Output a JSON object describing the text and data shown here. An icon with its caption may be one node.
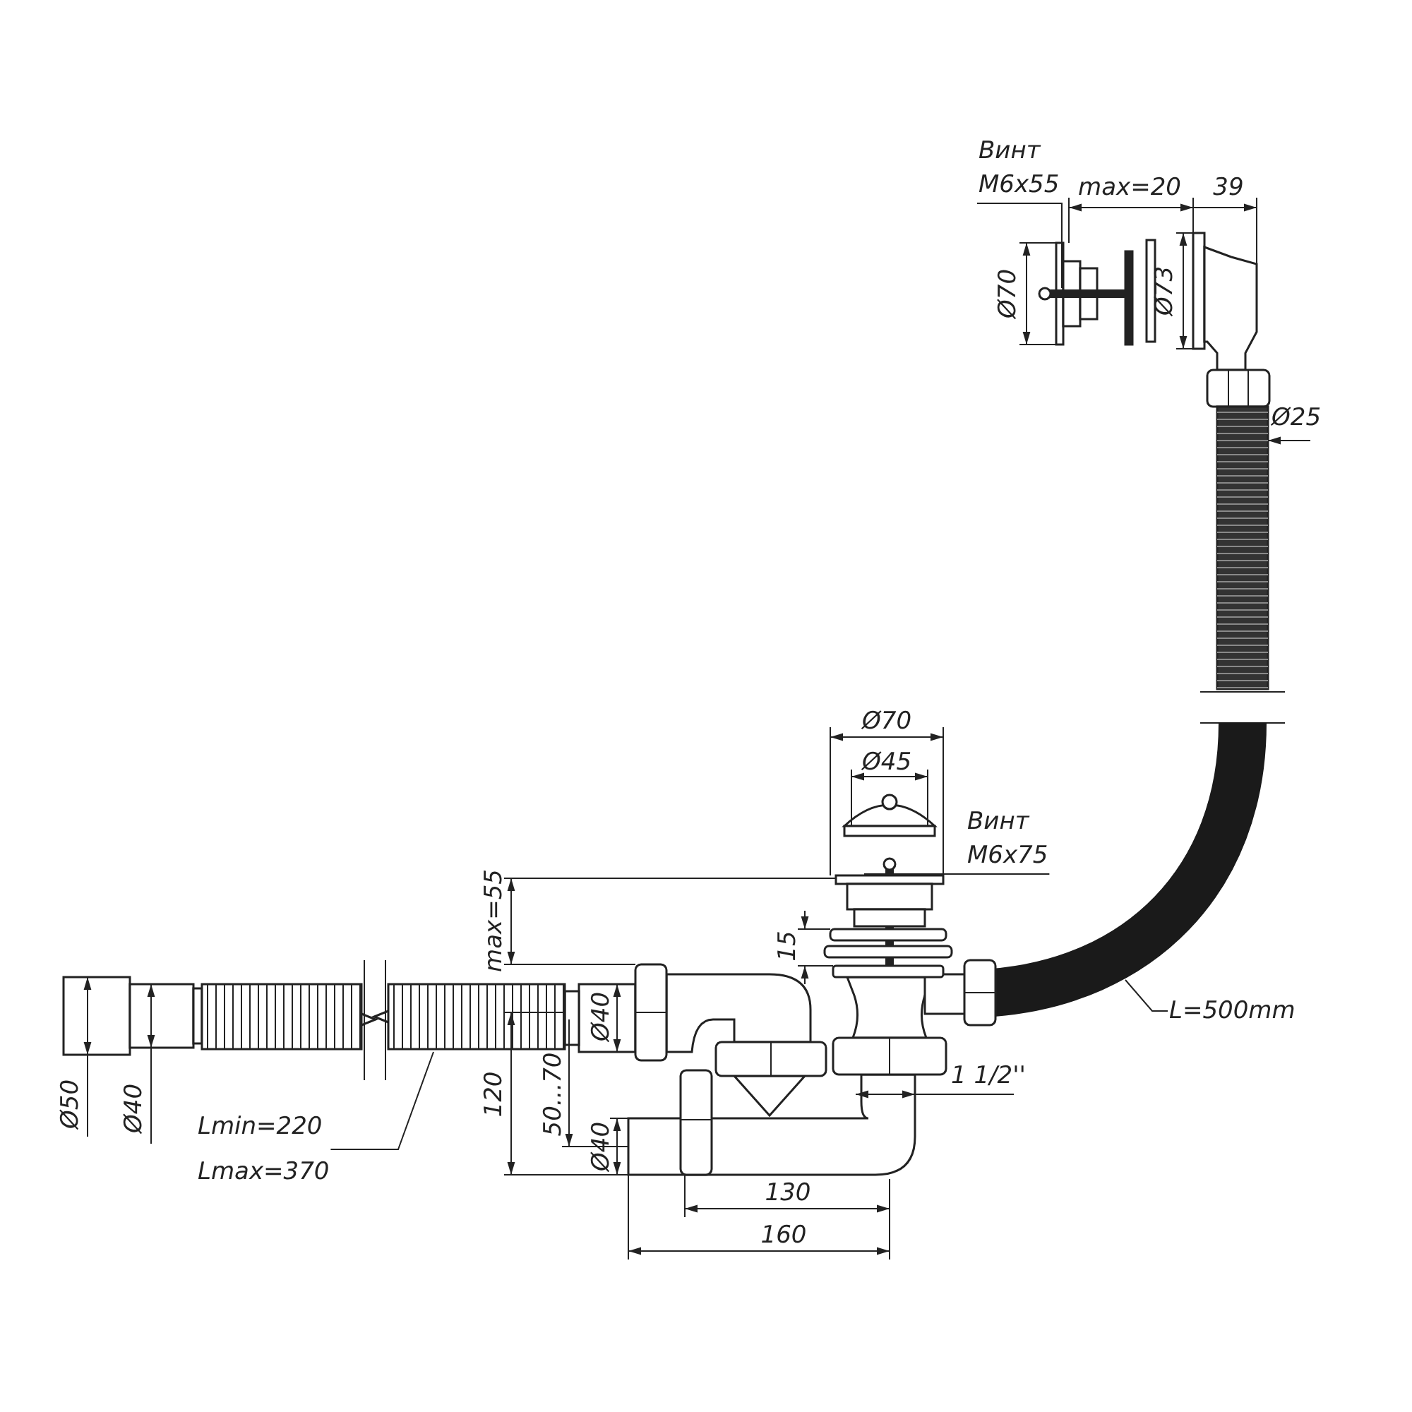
{
  "diagram": {
    "nodes": [
      {
        "text": [
          "Винт",
          "M6x55"
        ]
      },
      {
        "text": [
          "Винт",
          "M6x75"
        ]
      },
      {
        "text": [
          "L=500mm"
        ]
      },
      {
        "text": [
          "Lmin=220",
          "Lmax=370"
        ]
      }
    ],
    "edges": [
      {
        "from": 0,
        "to": null,
        "arrow": "none"
      },
      {
        "from": 1,
        "to": null,
        "arrow": "none"
      },
      {
        "from": 2,
        "to": null,
        "arrow": "none"
      },
      {
        "from": 3,
        "to": null,
        "arrow": "none"
      }
    ],
    "labels": [
      "max=20",
      "39",
      "Ø70",
      "Ø73",
      "Ø25",
      "Ø70",
      "Ø45",
      "max=55",
      "15",
      "Ø40",
      "Ø50",
      "Ø40",
      "120",
      "50...70",
      "Ø40",
      "1 1/2''",
      "130",
      "160"
    ]
  }
}
